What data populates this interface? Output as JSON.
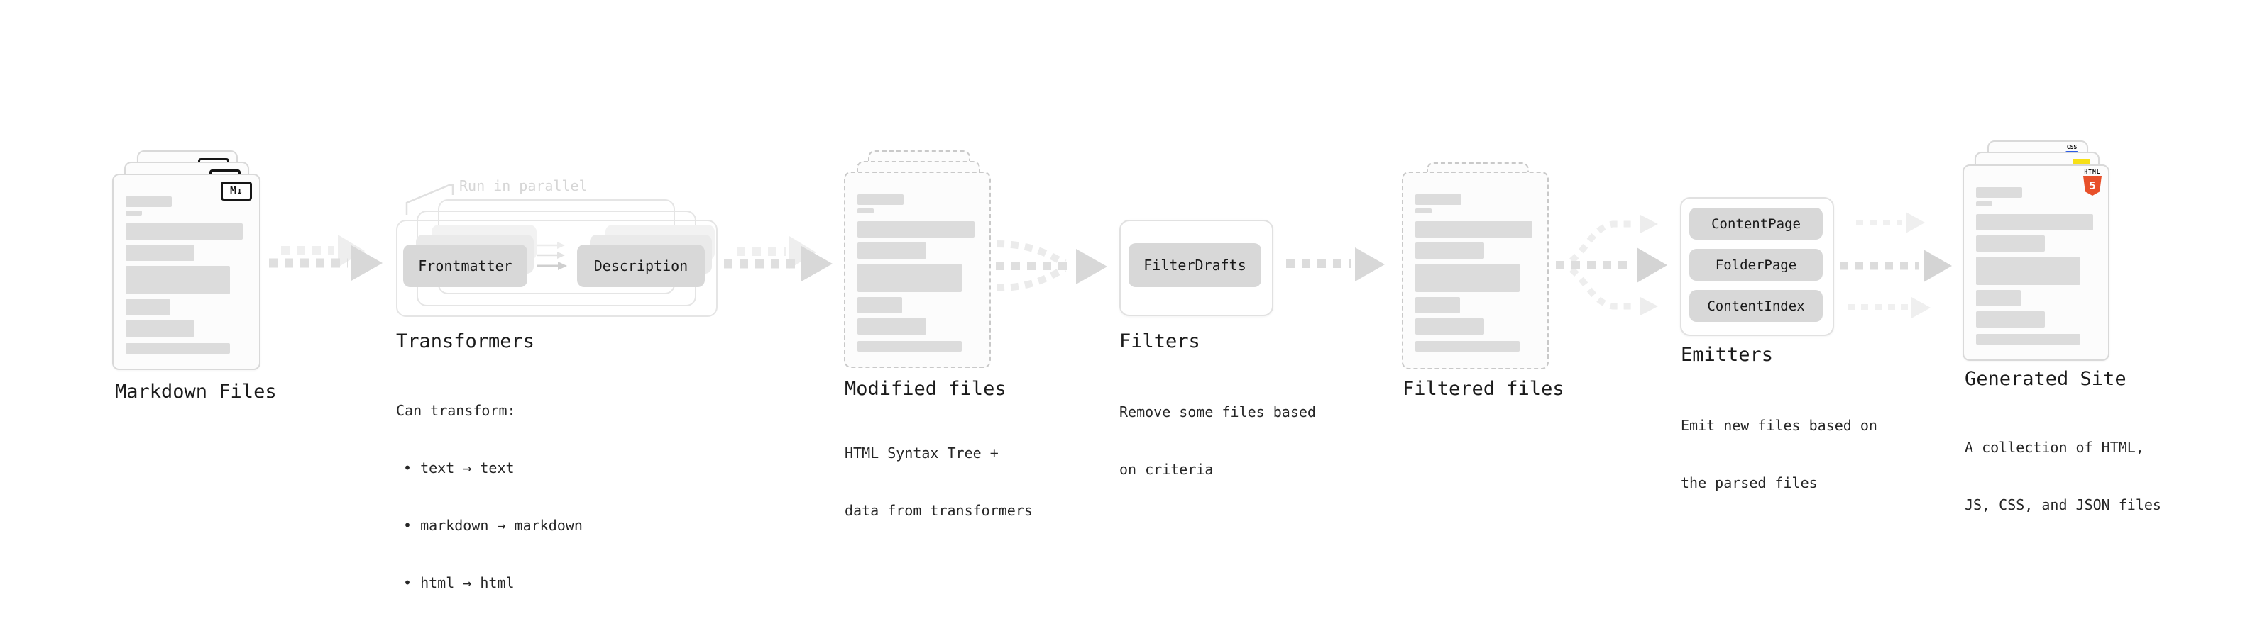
{
  "stages": {
    "markdown_files": {
      "label": "Markdown Files",
      "badge": "M↓"
    },
    "transformers": {
      "label": "Transformers",
      "annotation": "Run in parallel",
      "node_a": "Frontmatter",
      "node_b": "Description",
      "desc_1": "Can transform:",
      "desc_2": "• text → text",
      "desc_3": "• markdown → markdown",
      "desc_4": "• html → html"
    },
    "modified_files": {
      "label": "Modified files",
      "desc_1": "HTML Syntax Tree +",
      "desc_2": "data from transformers"
    },
    "filters": {
      "label": "Filters",
      "node": "FilterDrafts",
      "desc_1": "Remove some files based",
      "desc_2": "on criteria"
    },
    "filtered_files": {
      "label": "Filtered files"
    },
    "emitters": {
      "label": "Emitters",
      "node_1": "ContentPage",
      "node_2": "FolderPage",
      "node_3": "ContentIndex",
      "desc_1": "Emit new files based on",
      "desc_2": "the parsed files"
    },
    "generated_site": {
      "label": "Generated Site",
      "badge_css": "CSS",
      "badge_html_word": "HTML",
      "badge_html_number": "5",
      "desc_1": "A collection of HTML,",
      "desc_2": "JS, CSS, and JSON files"
    }
  },
  "colors": {
    "doc_border": "#d9d9d9",
    "dashed_border": "#c9c9c9",
    "node_fill": "#d8d8d8",
    "skeleton_bar": "#dcdcdc",
    "arrow_main": "#dcdcdc",
    "arrow_ghost": "#efefef",
    "annotation_text": "#d6d6d6",
    "heading_text": "#1b1b1b",
    "html5_orange": "#e8502a",
    "js_yellow": "#f7e017",
    "css_blue": "#2c5de5"
  }
}
